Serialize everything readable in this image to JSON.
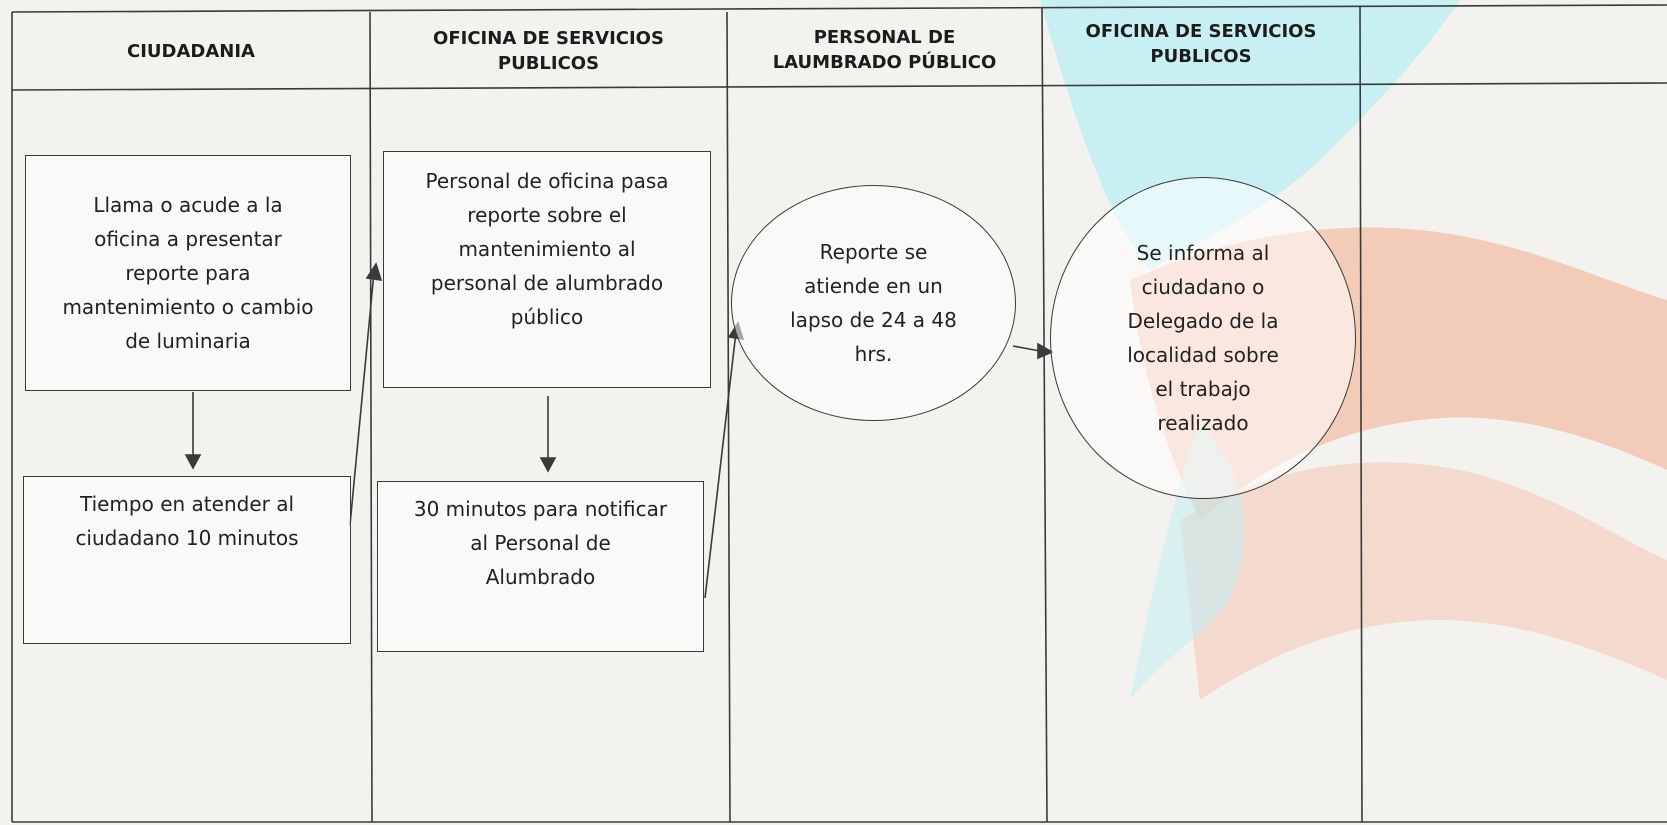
{
  "columns": [
    {
      "id": "ciudadania",
      "header": "CIUDADANIA"
    },
    {
      "id": "oficina-1",
      "header": "OFICINA DE SERVICIOS\nPUBLICOS"
    },
    {
      "id": "personal",
      "header": "PERSONAL DE\nLAUMBRADO PÚBLICO"
    },
    {
      "id": "oficina-2",
      "header": "OFICINA DE SERVICIOS\nPUBLICOS"
    },
    {
      "id": "blank",
      "header": ""
    }
  ],
  "steps": {
    "call_report": "Llama o acude a la\noficina a presentar\nreporte para\nmantenimiento o cambio\nde luminaria",
    "attend_time": "Tiempo en atender al\nciudadano 10 minutos",
    "office_pass": "Personal de oficina pasa\nreporte sobre el\nmantenimiento al\npersonal de alumbrado\npúblico",
    "notify_time": "30 minutos para notificar\nal Personal de\nAlumbrado",
    "attend_report": "Reporte se\natiende en un\nlapso de 24 a 48\nhrs.",
    "inform_citizen": "Se informa al\nciudadano o\nDelegado de la\nlocalidad sobre\nel trabajo\nrealizado"
  },
  "colors": {
    "watermark_cyan": "#aeeaf0",
    "watermark_salmon": "#f1b9a4",
    "line": "#3a3a3a"
  }
}
